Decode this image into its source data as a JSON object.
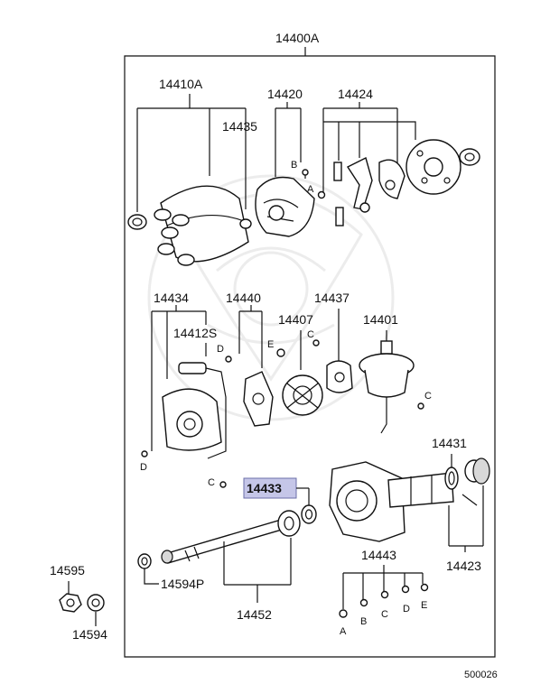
{
  "labels": {
    "assembly": "14400A",
    "cap": "14410A",
    "cap_seal": "14435",
    "rotor": "14420",
    "contact_set": "14424",
    "coil_set": "14434",
    "screw_set": "14412S",
    "pickup": "14440",
    "governor": "14407",
    "gasket": "14437",
    "vacuum": "14401",
    "highlighted": "14433",
    "oring": "14431",
    "gear_set": "14423",
    "housing_set": "14443",
    "shaft_set": "14452",
    "washer": "14594P",
    "nut": "14595",
    "nut_washer": "14594",
    "diagram_id": "500026"
  },
  "screw_letters": {
    "b_top": "B",
    "a_top": "A",
    "d_mid": "D",
    "e_mid": "E",
    "c_mid": "C",
    "c_right": "C",
    "d_low": "D",
    "c_low": "C",
    "a_bot": "A",
    "b_bot": "B",
    "c_bot": "C",
    "d_bot": "D",
    "e_bot": "E"
  },
  "colors": {
    "highlight": "#c5c6e8",
    "line": "#111111"
  }
}
